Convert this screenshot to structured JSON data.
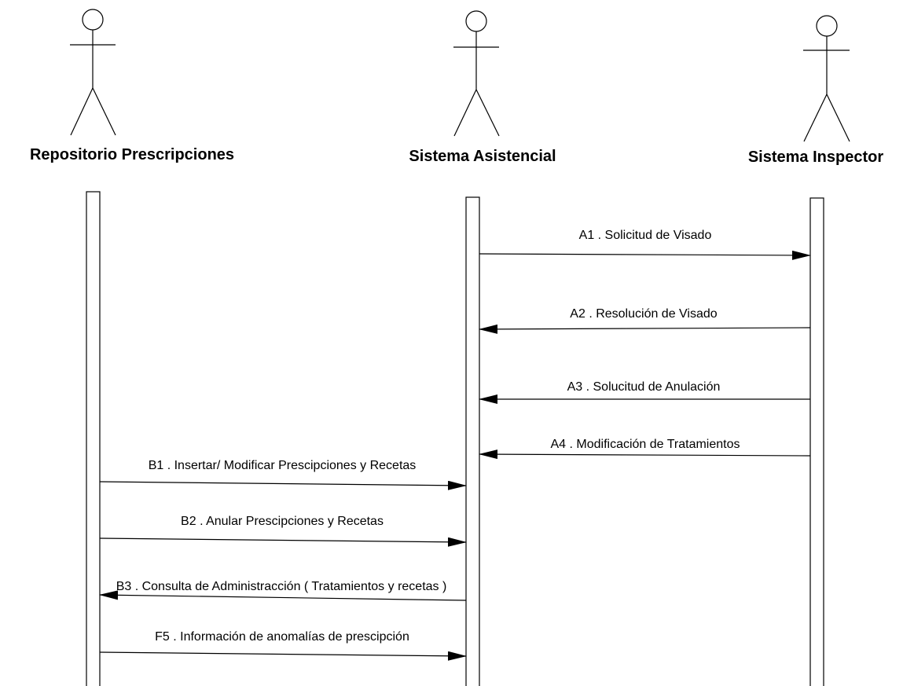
{
  "actors": [
    {
      "id": "repo",
      "label": "Repositorio Prescripciones"
    },
    {
      "id": "asis",
      "label": "Sistema Asistencial"
    },
    {
      "id": "insp",
      "label": "Sistema Inspector"
    }
  ],
  "messages": [
    {
      "label": "A1 . Solicitud de Visado",
      "from": "asis",
      "to": "insp"
    },
    {
      "label": "A2 . Resolución de Visado",
      "from": "insp",
      "to": "asis"
    },
    {
      "label": "A3 . Solucitud de Anulación",
      "from": "insp",
      "to": "asis"
    },
    {
      "label": "A4 . Modificación de Tratamientos",
      "from": "insp",
      "to": "asis"
    },
    {
      "label": "B1 . Insertar/ Modificar Prescipciones y Recetas",
      "from": "repo",
      "to": "asis"
    },
    {
      "label": "B2 . Anular  Prescipciones y Recetas",
      "from": "repo",
      "to": "asis"
    },
    {
      "label": "B3 . Consulta de Administracción ( Tratamientos y recetas )",
      "from": "asis",
      "to": "repo"
    },
    {
      "label": "F5 . Información de anomalías de prescipción",
      "from": "repo",
      "to": "asis"
    }
  ]
}
